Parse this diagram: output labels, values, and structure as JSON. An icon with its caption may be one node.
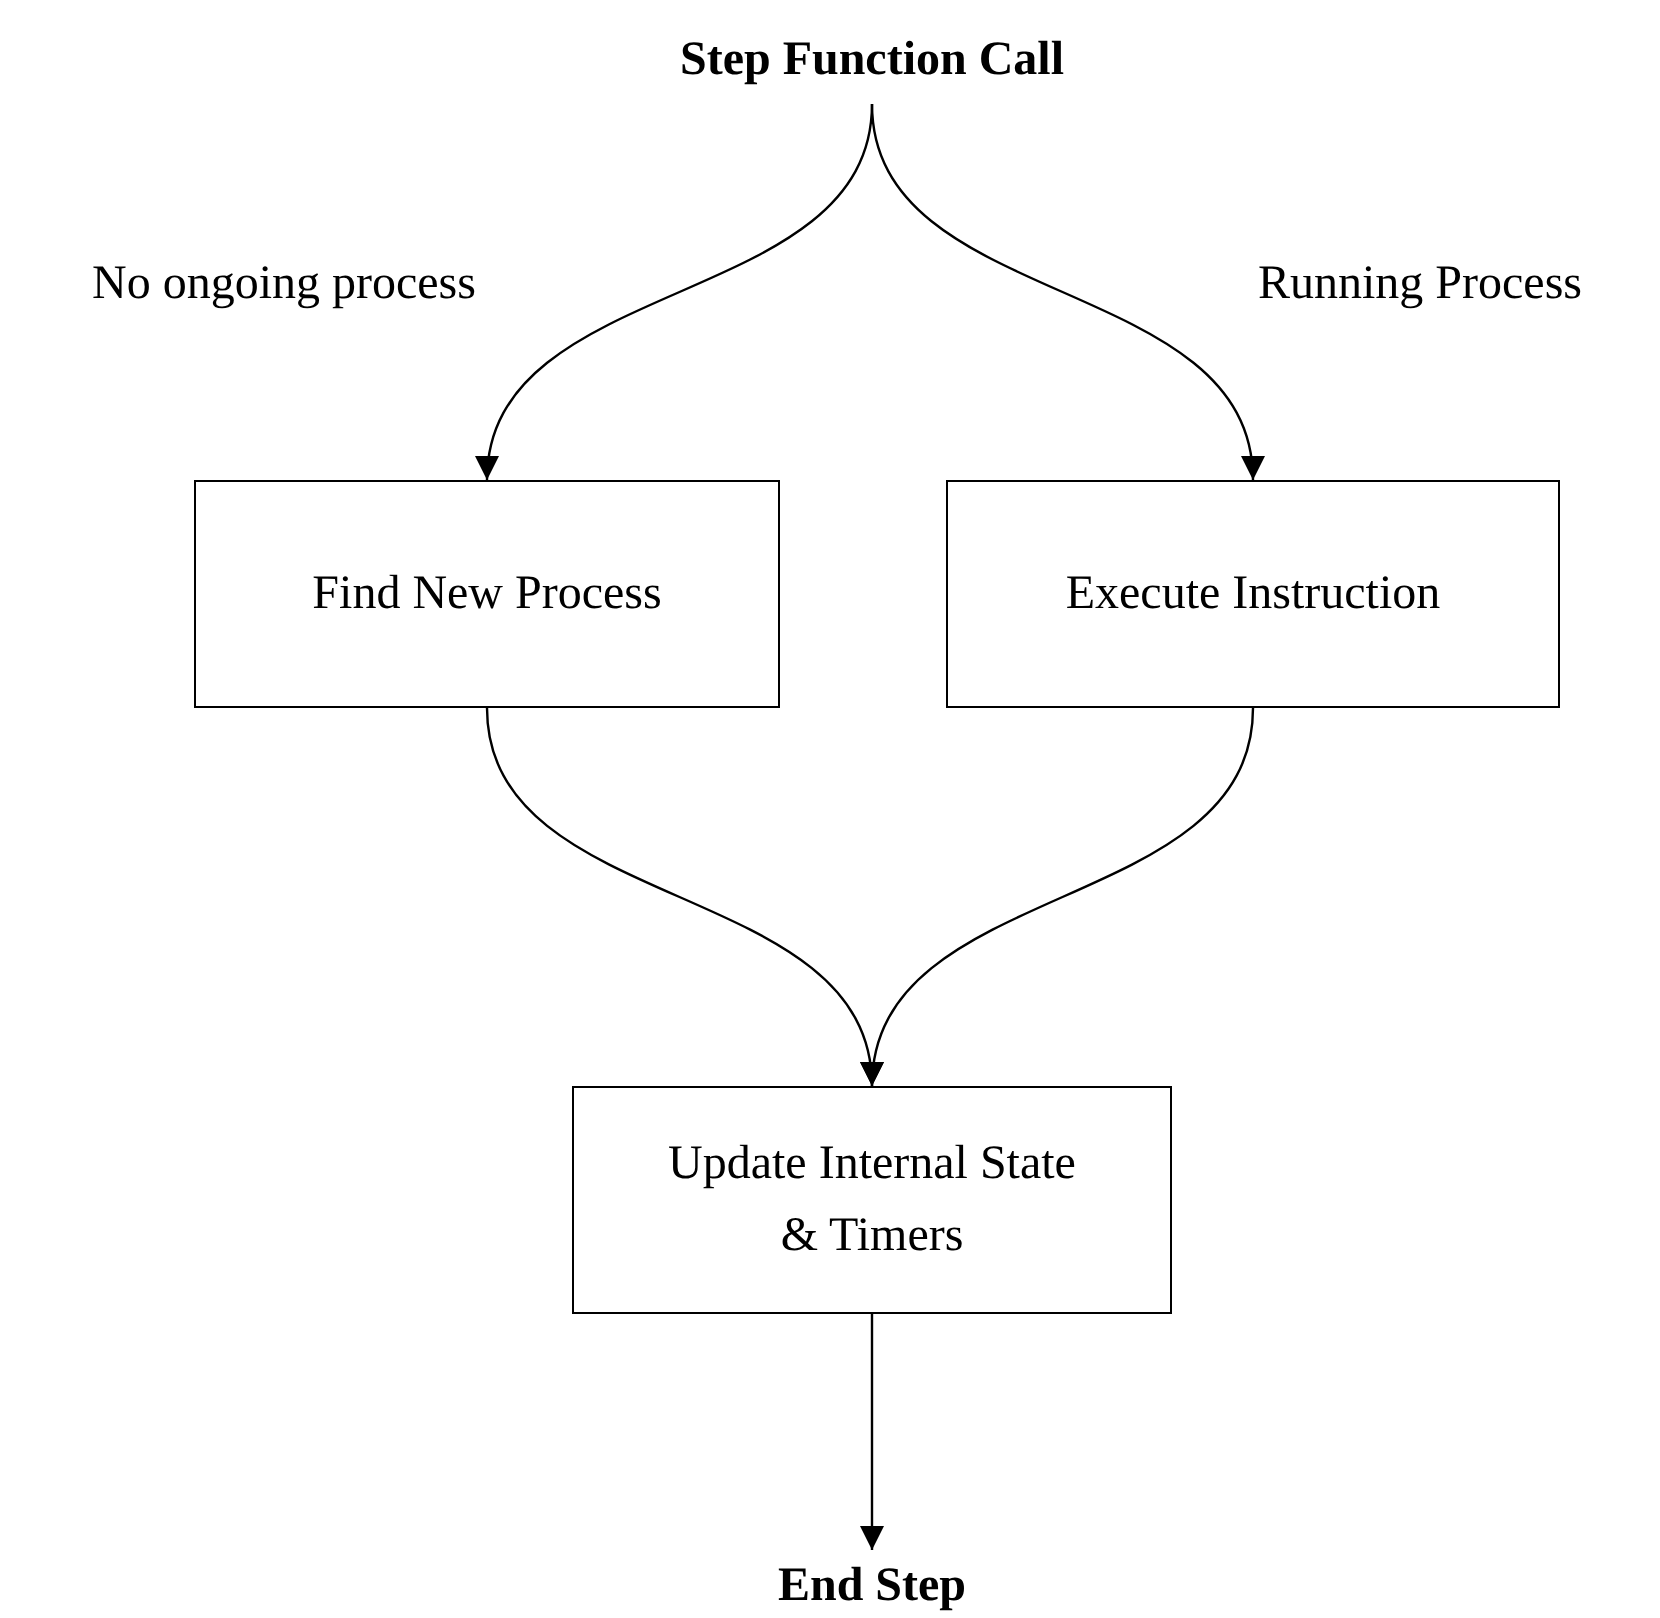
{
  "diagram": {
    "nodes": [
      {
        "text": [
          "Step Function Call"
        ]
      },
      {
        "text": [
          "Find New Process"
        ]
      },
      {
        "text": [
          "Execute Instruction"
        ]
      },
      {
        "text": [
          "Update Internal State & Timers"
        ]
      },
      {
        "text": [
          "End Step"
        ]
      }
    ],
    "edges": [
      {
        "from": 0,
        "to": 1,
        "arrow": "to",
        "label": "No ongoing process"
      },
      {
        "from": 0,
        "to": 2,
        "arrow": "to",
        "label": "Running Process"
      },
      {
        "from": 1,
        "to": 3,
        "arrow": "to"
      },
      {
        "from": 2,
        "to": 3,
        "arrow": "to"
      },
      {
        "from": 3,
        "to": 4,
        "arrow": "to"
      }
    ]
  }
}
